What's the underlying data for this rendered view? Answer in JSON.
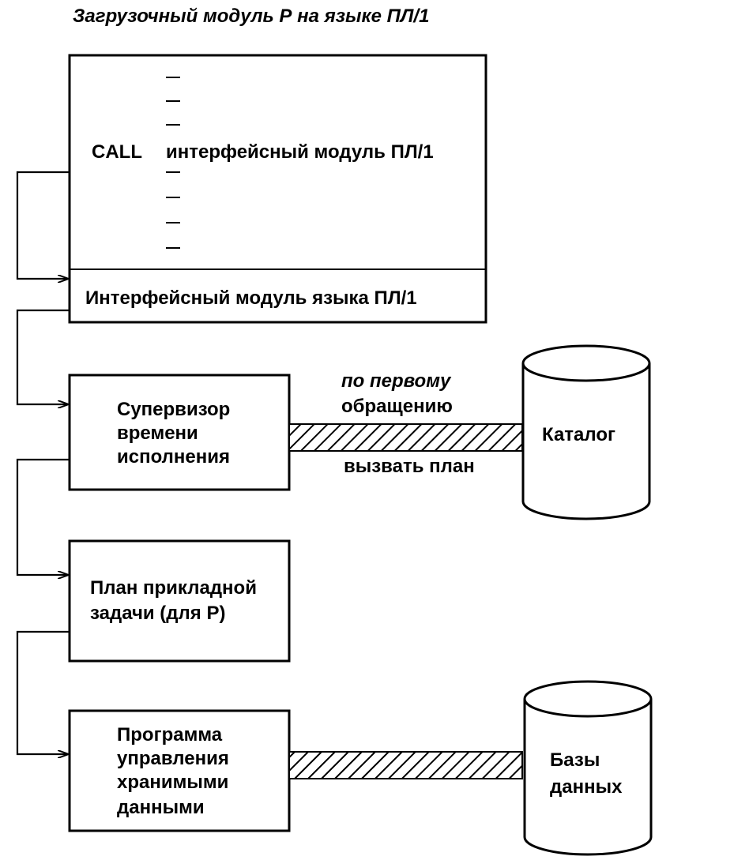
{
  "diagram": {
    "title": "Загрузочный модуль Р на языке ПЛ/1",
    "load_module": {
      "call_keyword": "CALL",
      "call_target": "интерфейсный модуль ПЛ/1"
    },
    "interface_module": "Интерфейсный модуль языка ПЛ/1",
    "supervisor": [
      "Супервизор",
      "времени",
      "исполнения"
    ],
    "plan": [
      "План прикладной",
      "задачи  (для Р)"
    ],
    "storage_manager": [
      "Программа",
      "управления",
      "хранимыми",
      "данными"
    ],
    "catalog": "Каталог",
    "databases": [
      "Базы",
      "данных"
    ],
    "link_note_top": [
      "по первому",
      "обращению"
    ],
    "link_note_bottom": "вызвать план"
  }
}
